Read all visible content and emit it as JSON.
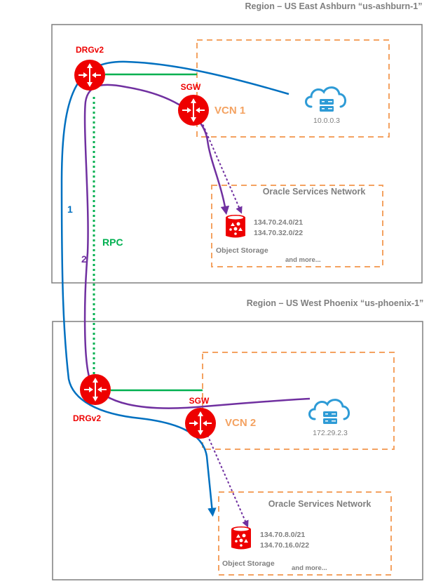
{
  "colors": {
    "region_border": "#7f7f7f",
    "dashed_border": "#f4a261",
    "router_red": "#ee0000",
    "path1_blue": "#0070c0",
    "path2_purple": "#7030a0",
    "rpc_green": "#00b050",
    "cloud_blue": "#2e9bd6"
  },
  "regions": [
    {
      "title": "Region – US East Ashburn “us-ashburn-1”",
      "drg_label": "DRGv2",
      "sgw_label": "SGW",
      "vcn_label": "VCN 1",
      "instance_ip": "10.0.0.3",
      "osn": {
        "title": "Oracle Services Network",
        "service_label": "Object Storage",
        "cidrs": [
          "134.70.24.0/21",
          "134.70.32.0/22"
        ],
        "more": "and more..."
      }
    },
    {
      "title": "Region – US West Phoenix “us-phoenix-1”",
      "drg_label": "DRGv2",
      "sgw_label": "SGW",
      "vcn_label": "VCN 2",
      "instance_ip": "172.29.2.3",
      "osn": {
        "title": "Oracle Services Network",
        "service_label": "Object Storage",
        "cidrs": [
          "134.70.8.0/21",
          "134.70.16.0/22"
        ],
        "more": "and more..."
      }
    }
  ],
  "connections": {
    "rpc_label": "RPC",
    "path1_label": "1",
    "path2_label": "2"
  },
  "icons": {
    "router": "router-icon",
    "cloud_instance": "cloud-server-icon",
    "object_storage": "object-storage-bucket-icon"
  }
}
